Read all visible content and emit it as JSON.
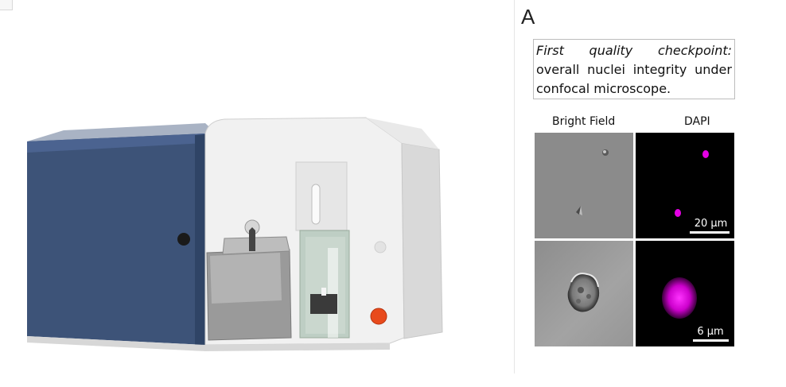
{
  "figure": {
    "panel_letter": "A",
    "checkpoint": {
      "title_words": [
        "First",
        "quality",
        "checkpoint:"
      ],
      "line2_words": [
        "overall",
        "nuclei",
        "integrity",
        "under"
      ],
      "line3": "confocal microscope."
    },
    "columns": {
      "bright_field": "Bright Field",
      "dapi": "DAPI"
    },
    "scale_bars": {
      "top": "20 µm",
      "bottom": "6 µm"
    }
  },
  "colors": {
    "instrument_blue": "#3d5378",
    "instrument_white": "#efefef",
    "dapi_stain": "#e400e4",
    "indicator_red": "#e84a1c"
  }
}
